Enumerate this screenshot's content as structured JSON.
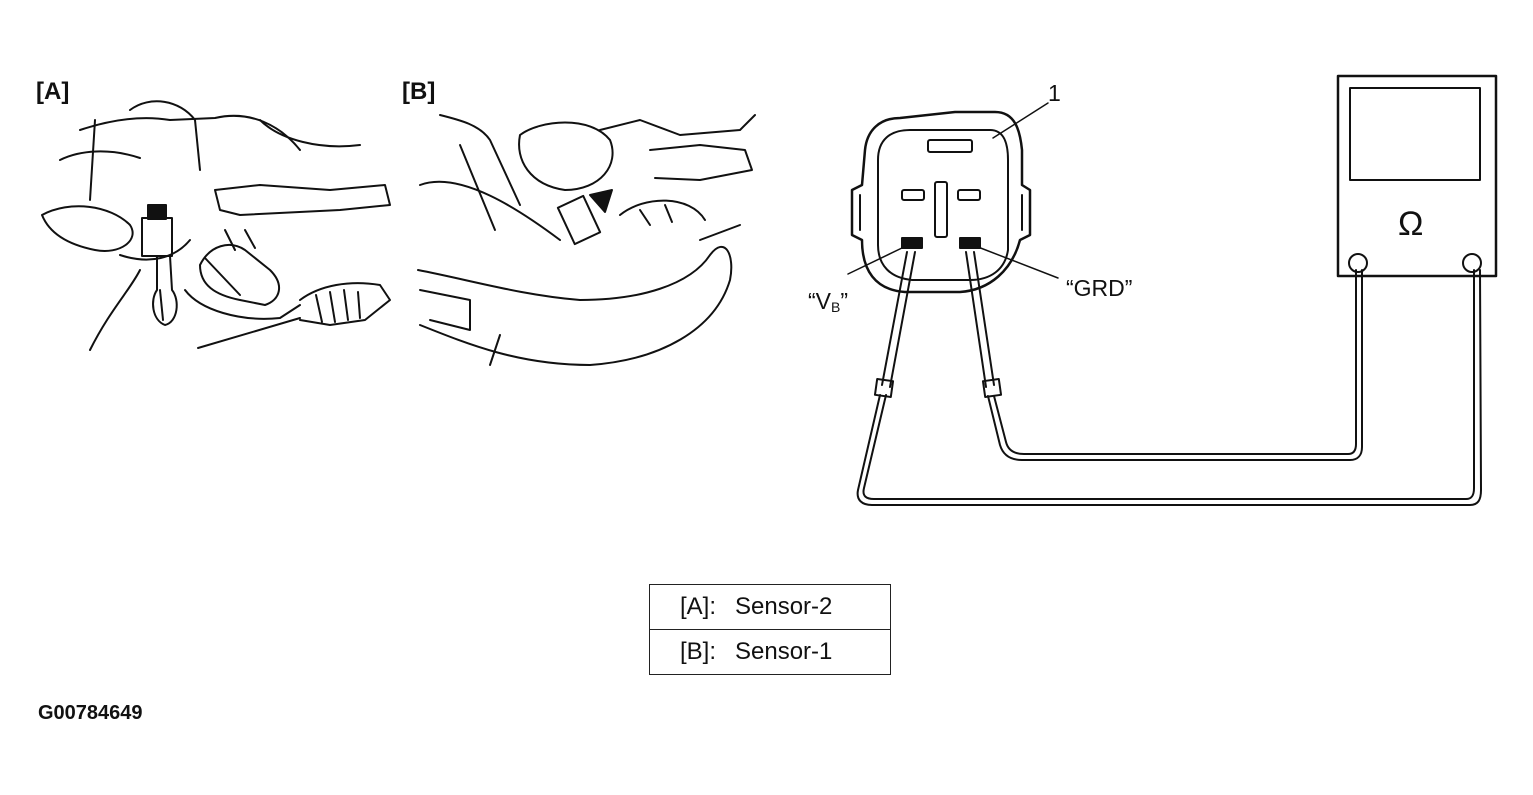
{
  "panels": {
    "a_label": "[A]",
    "b_label": "[B]"
  },
  "diagram": {
    "callout_1": "1",
    "vb_prefix": "“V",
    "vb_sub": "B",
    "vb_suffix": "”",
    "grd": "“GRD”",
    "ohm_symbol": "Ω"
  },
  "legend": {
    "rows": [
      {
        "key": "[A]:",
        "value": "Sensor-2"
      },
      {
        "key": "[B]:",
        "value": "Sensor-1"
      }
    ]
  },
  "figure_id": "G00784649",
  "colors": {
    "ink": "#111111",
    "background": "#ffffff"
  }
}
